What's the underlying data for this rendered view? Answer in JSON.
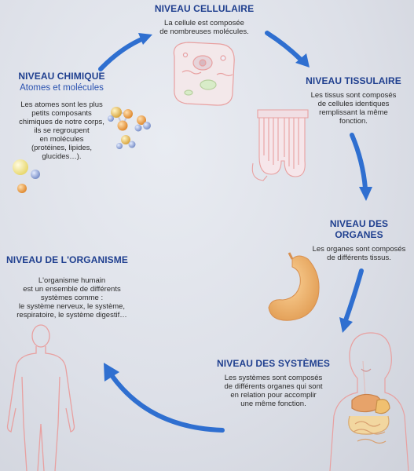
{
  "levels": {
    "cellulaire": {
      "title": "NIVEAU CELLULAIRE",
      "description": "La cellule est composée\nde nombreuses molécules."
    },
    "tissulaire": {
      "title": "NIVEAU TISSULAIRE",
      "description": "Les tissus sont composés\nde cellules identiques\nremplissant la même\nfonction."
    },
    "organes": {
      "title": "NIVEAU DES ORGANES",
      "description": "Les organes sont composés\nde différents tissus."
    },
    "systemes": {
      "title": "NIVEAU DES SYSTÈMES",
      "description": "Les systèmes sont composés\nde différents organes qui sont\nen relation pour accomplir\nune même fonction."
    },
    "organisme": {
      "title": "NIVEAU DE L'ORGANISME",
      "description": "L'organisme humain\nest un ensemble de différents\nsystèmes comme :\nle système nerveux, le système,\nrespiratoire, le système digestif…"
    },
    "chimique": {
      "title": "NIVEAU CHIMIQUE",
      "subtitle": "Atomes et molécules",
      "description": "Les atomes sont les plus\npetits composants\nchimiques de notre corps,\nils se regroupent\nen molécules\n(protéines, lipides,\nglucides…)."
    }
  },
  "icons": [
    "cell-illustration-icon",
    "tissue-illustration-icon",
    "stomach-illustration-icon",
    "digestive-system-illustration-icon",
    "human-body-outline-icon",
    "molecules-illustration-icon"
  ],
  "colors": {
    "title": "#1f3f8f",
    "subtitle": "#2a52b0",
    "arrow": "#2f6fd0",
    "organ": "#f0b060",
    "outline": "#e8a0a0"
  }
}
